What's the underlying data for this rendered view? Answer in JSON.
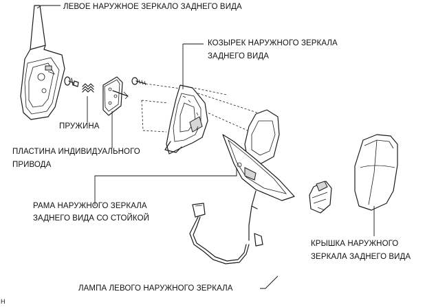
{
  "labels": {
    "mirror_glass": "ЛЕВОЕ НАРУЖНОЕ ЗЕРКАЛО ЗАДНЕГО ВИДА",
    "visor_line1": "КОЗЫРЕК НАРУЖНОГО ЗЕРКАЛА",
    "visor_line2": "ЗАДНЕГО ВИДА",
    "spring": "ПРУЖИНА",
    "actuator_line1": "ПЛАСТИНА ИНДИВИДУАЛЬНОГО",
    "actuator_line2": "ПРИВОДА",
    "frame_line1": "РАМА НАРУЖНОГО ЗЕРКАЛА",
    "frame_line2": "ЗАДНЕГО ВИДА СО СТОЙКОЙ",
    "cover_line1": "КРЫШКА НАРУЖНОГО",
    "cover_line2": "ЗЕРКАЛА ЗАДНЕГО ВИДА",
    "lamp": "ЛАМПА ЛЕВОГО НАРУЖНОГО ЗЕРКАЛА",
    "corner_mark": "H"
  }
}
